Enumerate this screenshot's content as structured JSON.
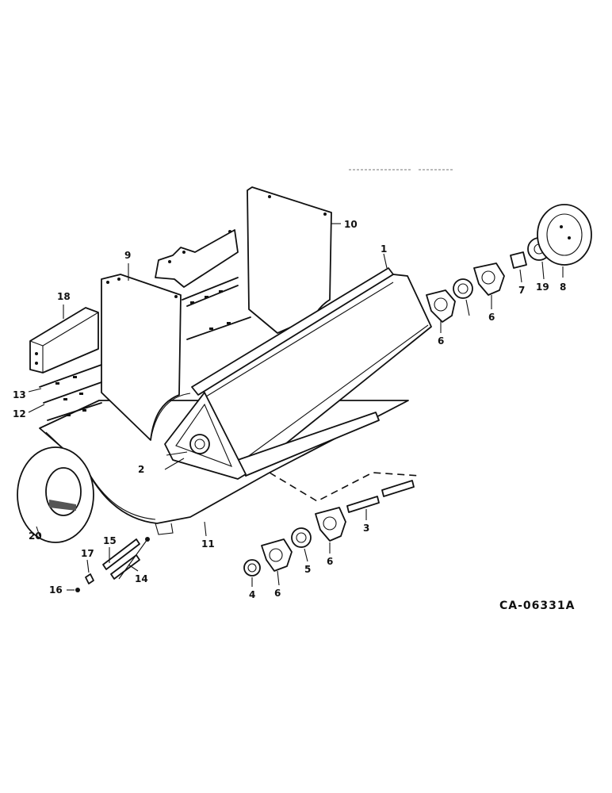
{
  "diagram": {
    "drawing_code": "CA-06331A",
    "callouts": [
      "1",
      "2",
      "3",
      "4",
      "5",
      "6",
      "6",
      "6",
      "6",
      "7",
      "8",
      "9",
      "10",
      "11",
      "12",
      "13",
      "14",
      "15",
      "16",
      "17",
      "18",
      "19",
      "20"
    ]
  }
}
